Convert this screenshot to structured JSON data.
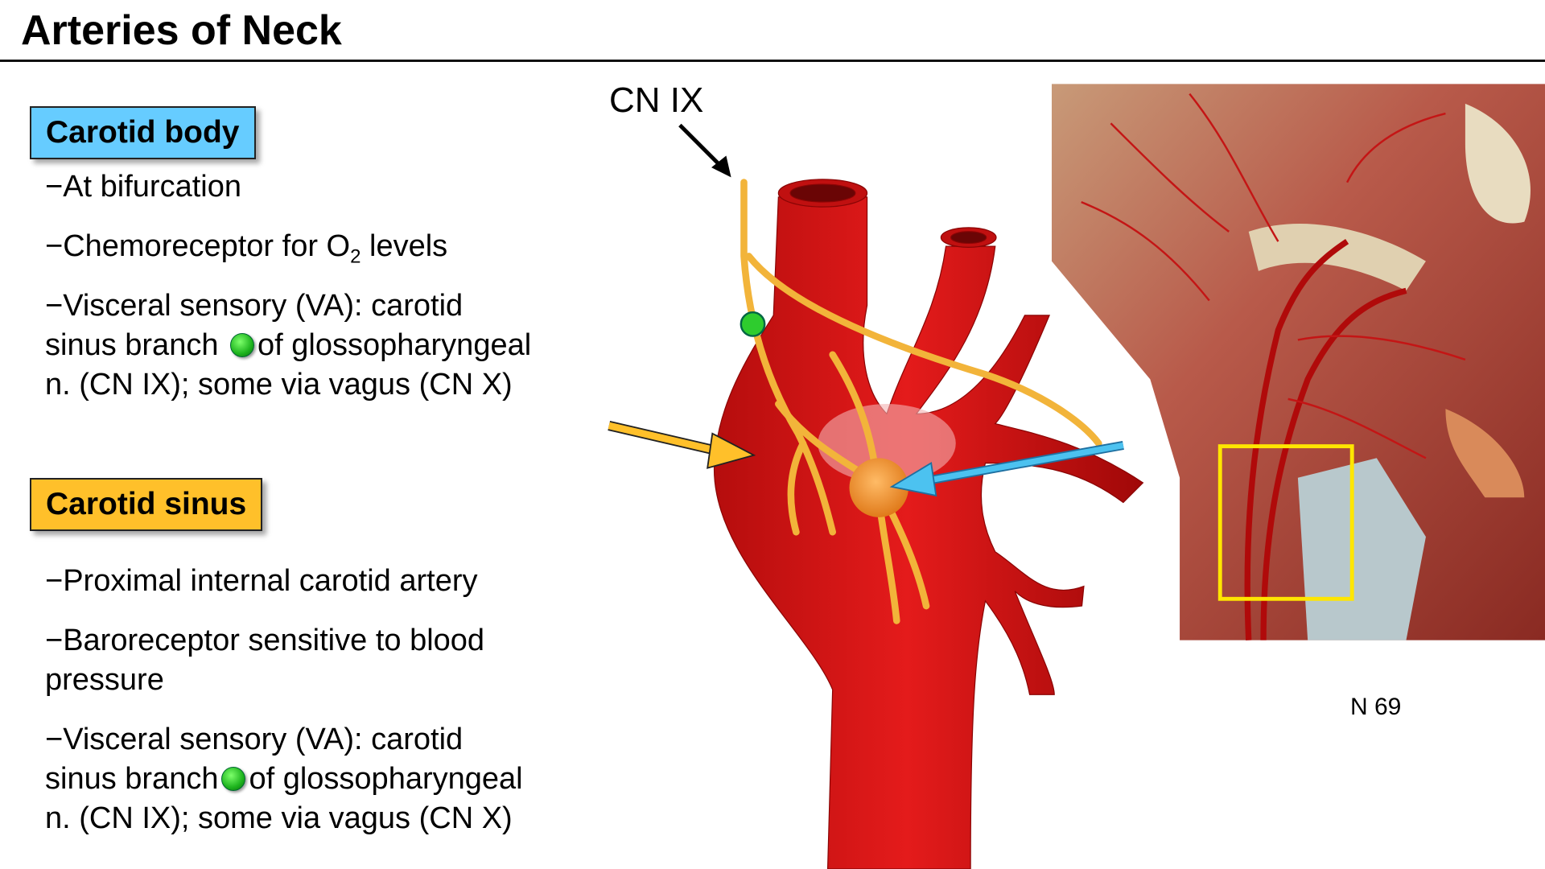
{
  "slide": {
    "title": "Arteries of Neck",
    "carotid_body": {
      "heading": "Carotid body",
      "color": "#66ccff",
      "bullets": {
        "b1": "−At bifurcation",
        "b2_pre": "−Chemoreceptor for O",
        "b2_sub": "2",
        "b2_post": " levels",
        "b3_line1": "−Visceral sensory (VA): carotid",
        "b3_pre": "sinus branch",
        "b3_post": "of glossopharyngeal",
        "b3_line3": "n. (CN IX); some via vagus (CN X)"
      }
    },
    "carotid_sinus": {
      "heading": "Carotid sinus",
      "color": "#ffc02a",
      "bullets": {
        "b1": "−Proximal internal carotid artery",
        "b2_line1": "−Baroreceptor sensitive to blood",
        "b2_line2": "pressure",
        "b3_line1": "−Visceral sensory (VA): carotid",
        "b3_pre": "sinus branch",
        "b3_post": "of glossopharyngeal",
        "b3_line3": "n. (CN IX); some via vagus (CN X)"
      }
    },
    "figure": {
      "nerve_label": "CN IX",
      "reference": "N 69"
    }
  }
}
